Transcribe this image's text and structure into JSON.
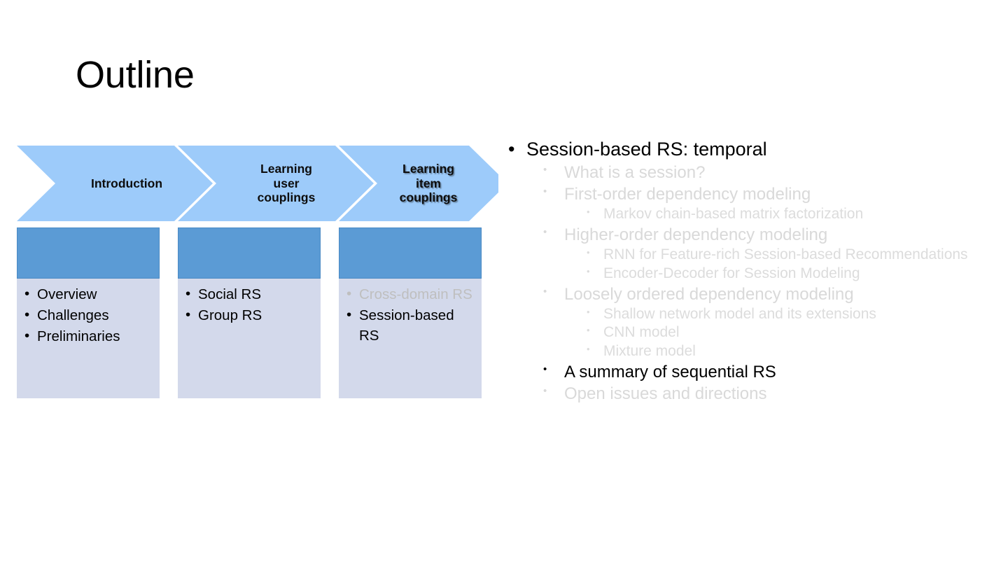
{
  "slide": {
    "title": "Outline",
    "background_color": "#ffffff"
  },
  "colors": {
    "chevron_fill": "#9DCBFA",
    "card_header": "#5B9BD5",
    "card_body": "#D3D9EB",
    "active_text": "#000000",
    "dimmed_text": "#D9D9D9",
    "dimmed_card_text": "#BFBFBF"
  },
  "chevrons": [
    {
      "label": "Introduction",
      "highlight": false
    },
    {
      "label": "Learning user couplings",
      "highlight": false
    },
    {
      "label": "Learning item couplings",
      "highlight": true
    }
  ],
  "cards": [
    {
      "items": [
        {
          "text": "Overview",
          "dimmed": false
        },
        {
          "text": "Challenges",
          "dimmed": false
        },
        {
          "text": "Preliminaries",
          "dimmed": false
        }
      ]
    },
    {
      "items": [
        {
          "text": "Social RS",
          "dimmed": false
        },
        {
          "text": "Group RS",
          "dimmed": false
        }
      ]
    },
    {
      "items": [
        {
          "text": "Cross-domain RS",
          "dimmed": true
        },
        {
          "text": "Session-based RS",
          "dimmed": false
        }
      ]
    }
  ],
  "outline": [
    {
      "level": 0,
      "text": "Session-based RS: temporal",
      "dimmed": false
    },
    {
      "level": 1,
      "text": "What is a session?",
      "dimmed": true
    },
    {
      "level": 1,
      "text": "First-order dependency modeling",
      "dimmed": true
    },
    {
      "level": 2,
      "text": "Markov chain-based matrix factorization",
      "dimmed": true
    },
    {
      "level": 1,
      "text": "Higher-order dependency modeling",
      "dimmed": true
    },
    {
      "level": 2,
      "text": "RNN for Feature-rich Session-based Recommendations",
      "dimmed": true
    },
    {
      "level": 2,
      "text": "Encoder-Decoder for Session Modeling",
      "dimmed": true
    },
    {
      "level": 1,
      "text": "Loosely ordered dependency modeling",
      "dimmed": true
    },
    {
      "level": 2,
      "text": "Shallow network  model and  its extensions",
      "dimmed": true
    },
    {
      "level": 2,
      "text": "CNN model",
      "dimmed": true
    },
    {
      "level": 2,
      "text": "Mixture model",
      "dimmed": true
    },
    {
      "level": 1,
      "text": "A summary of sequential RS",
      "dimmed": false
    },
    {
      "level": 1,
      "text": "Open issues and directions",
      "dimmed": true
    }
  ],
  "bullet_glyph": "•"
}
